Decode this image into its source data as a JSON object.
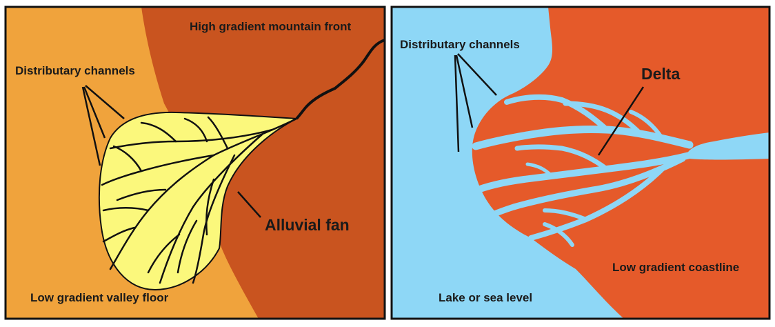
{
  "left_panel": {
    "channels_label": "Distributary channels",
    "mountain_label": "High gradient mountain front",
    "fan_label": "Alluvial fan",
    "valley_label": "Low gradient valley floor",
    "colors": {
      "valley": "#f0a33c",
      "mountain": "#c9541f",
      "fan": "#fbf87c",
      "channel": "#111111"
    }
  },
  "right_panel": {
    "channels_label": "Distributary channels",
    "delta_label": "Delta",
    "coast_label": "Low gradient coastline",
    "water_label": "Lake or sea level",
    "colors": {
      "water": "#8ed7f6",
      "land": "#e55a2a",
      "line": "#111111"
    }
  }
}
